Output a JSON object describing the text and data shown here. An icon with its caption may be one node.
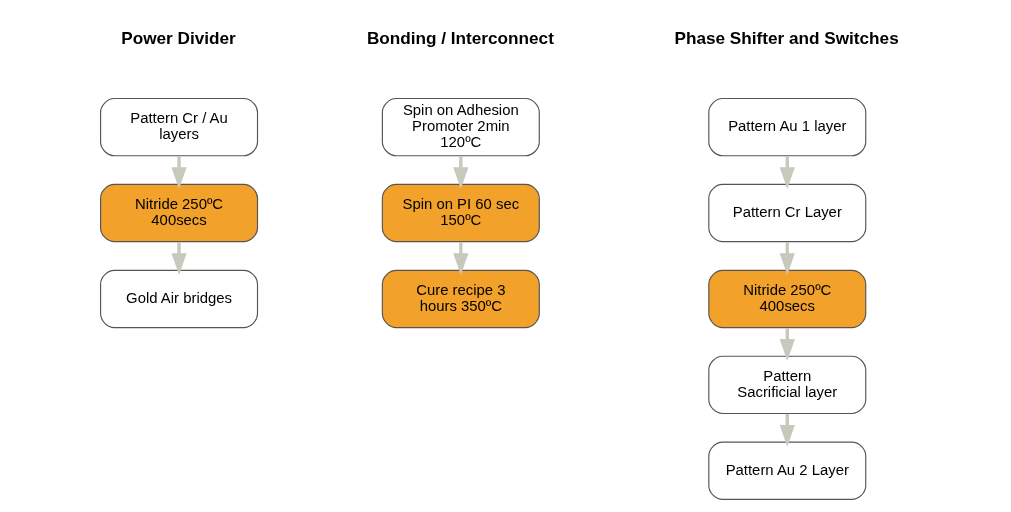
{
  "diagram": {
    "nodes": [
      {
        "text": [
          "Pattern Cr / Au layers"
        ]
      },
      {
        "text": [
          "Nitride 250ºC  400secs"
        ]
      },
      {
        "text": [
          "Gold Air bridges"
        ]
      },
      {
        "text": [
          "Spin on Adhesion Promoter 2min 120ºC"
        ]
      },
      {
        "text": [
          "Spin on PI 60 sec 150ºC"
        ]
      },
      {
        "text": [
          "Cure recipe 3 hours 350ºC"
        ]
      },
      {
        "text": [
          "Pattern Au 1 layer"
        ]
      },
      {
        "text": [
          "Pattern Cr Layer"
        ]
      },
      {
        "text": [
          "Nitride 250ºC 400secs"
        ]
      },
      {
        "text": [
          "Pattern Sacrificial layer"
        ]
      },
      {
        "text": [
          "Pattern Au 2 Layer"
        ]
      }
    ],
    "edges": [
      {
        "from": 0,
        "to": 1,
        "arrow": "to"
      },
      {
        "from": 1,
        "to": 2,
        "arrow": "to"
      },
      {
        "from": 3,
        "to": 4,
        "arrow": "to"
      },
      {
        "from": 4,
        "to": 5,
        "arrow": "to"
      },
      {
        "from": 6,
        "to": 7,
        "arrow": "to"
      },
      {
        "from": 7,
        "to": 8,
        "arrow": "to"
      },
      {
        "from": 8,
        "to": 9,
        "arrow": "to"
      },
      {
        "from": 9,
        "to": 10,
        "arrow": "to"
      }
    ],
    "labels": [
      "Power Divider",
      "Bonding / Interconnect",
      "Phase Shifter and Switches"
    ]
  }
}
